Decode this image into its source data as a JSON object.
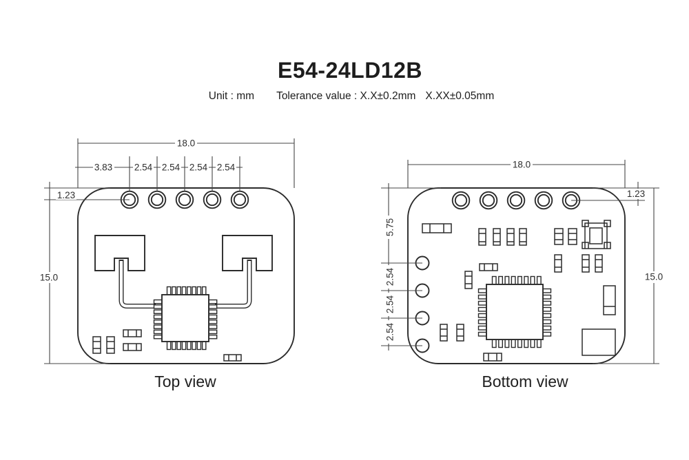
{
  "header": {
    "title": "E54-24LD12B",
    "unit_label": "Unit : mm",
    "tolerance_label": "Tolerance value : X.X±0.2mm",
    "tolerance_label_2": "X.XX±0.05mm"
  },
  "top_view": {
    "caption": "Top view",
    "dim_width": "18.0",
    "dim_height": "15.0",
    "dim_hole_offset": "1.23",
    "dim_chain": [
      "3.83",
      "2.54",
      "2.54",
      "2.54",
      "2.54"
    ]
  },
  "bottom_view": {
    "caption": "Bottom view",
    "dim_width": "18.0",
    "dim_height": "15.0",
    "dim_hole_offset": "1.23",
    "dim_chain": [
      "5.75",
      "2.54",
      "2.54",
      "2.54"
    ]
  },
  "colors": {
    "outline": "#2b2b2b",
    "dimension": "#454545",
    "background": "#ffffff"
  }
}
